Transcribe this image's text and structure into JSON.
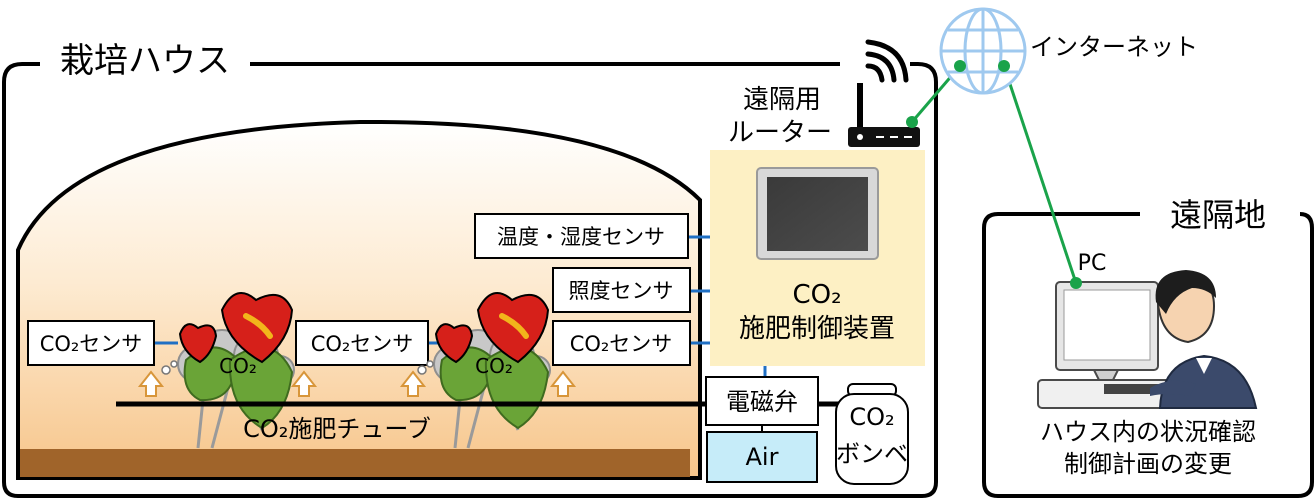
{
  "house": {
    "title": "栽培ハウス"
  },
  "internet": {
    "label": "インターネット"
  },
  "router": {
    "line1": "遠隔用",
    "line2": "ルーター"
  },
  "controller": {
    "line1": "CO₂",
    "line2": "施肥制御装置"
  },
  "sensors": {
    "temp_humidity": "温度・湿度センサ",
    "illuminance": "照度センサ",
    "co2_right": "CO₂センサ",
    "co2_left": "CO₂センサ",
    "co2_mid": "CO₂センサ"
  },
  "co2_cloud_1": "CO₂",
  "co2_cloud_2": "CO₂",
  "tube": {
    "label": "CO₂施肥チューブ"
  },
  "valve": {
    "label": "電磁弁"
  },
  "air": {
    "label": "Air"
  },
  "cylinder": {
    "line1": "CO₂",
    "line2": "ボンベ"
  },
  "remote": {
    "title": "遠隔地",
    "pc_label": "PC",
    "line1": "ハウス内の状況確認",
    "line2": "制御計画の変更"
  },
  "colors": {
    "controller_fill": "#fdf0c4",
    "air_fill": "#c6ecf9",
    "soil": "#a0642a",
    "network_line": "#1aa34a",
    "sensor_wire": "#1f6fc4",
    "globe": "#9fc9ef"
  }
}
